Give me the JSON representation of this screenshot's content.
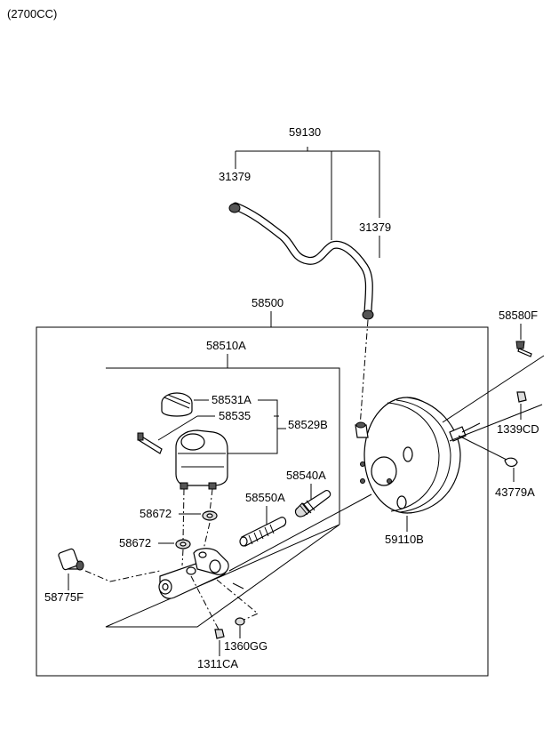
{
  "header": {
    "engine": "(2700CC)"
  },
  "callouts": {
    "hose_assembly": "59130",
    "clamp_upper": "31379",
    "clamp_lower": "31379",
    "master_cylinder_assembly": "58500",
    "master_cylinder": "58510A",
    "reservoir_cap": "58531A",
    "reservoir_sensor": "58535",
    "reservoir": "58529B",
    "piston_primary": "58540A",
    "piston_secondary": "58550A",
    "grommet_upper": "58672",
    "grommet_lower": "58672",
    "proportioning_valve": "58775F",
    "master_cyl_nut": "1360GG",
    "master_cyl_bolt": "1311CA",
    "booster_pin": "58580F",
    "booster_nut": "1339CD",
    "snap_pin": "43779A",
    "brake_booster": "59110B"
  }
}
